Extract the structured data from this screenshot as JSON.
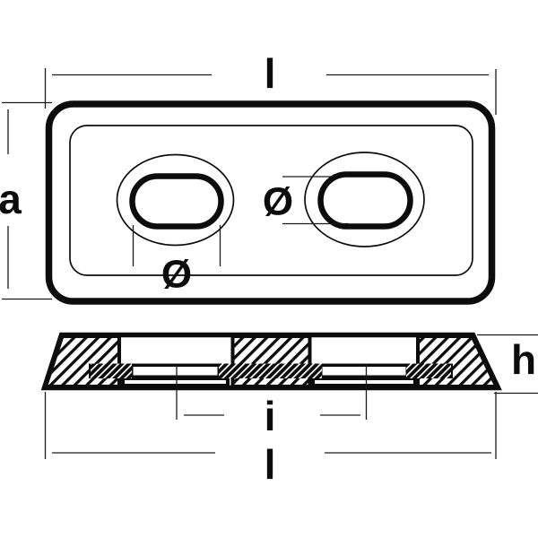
{
  "diagram": {
    "title": "plate-anode-technical-drawing",
    "background_color": "#ffffff",
    "line_color": "#0c0c0c",
    "views": {
      "top_view": "rounded rectangular plate with two slotted (oval) mounting holes",
      "section_view": "trapezoidal cross-section with hatched cut material and embedded mounting strap"
    },
    "labels": {
      "length_top": "l",
      "plate_width": "a",
      "hole_diameter_left": "Ø",
      "hole_diameter_right": "Ø",
      "plate_height": "h",
      "hole_spacing": "i",
      "length_bottom": "l"
    }
  }
}
